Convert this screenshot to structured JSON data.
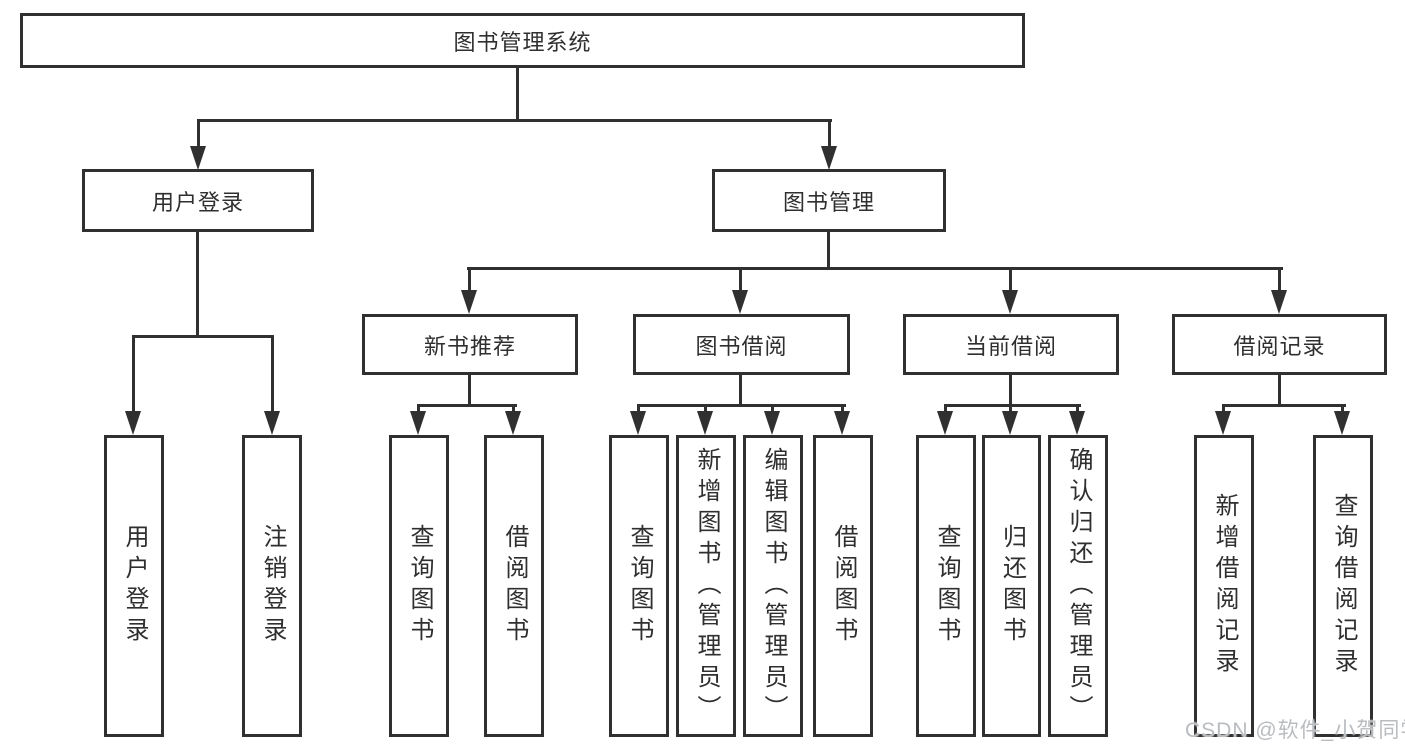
{
  "diagram": {
    "root": {
      "label": "图书管理系统"
    },
    "level2": [
      {
        "label": "用户登录"
      },
      {
        "label": "图书管理"
      }
    ],
    "level3": [
      {
        "label": "新书推荐",
        "parent": "图书管理"
      },
      {
        "label": "图书借阅",
        "parent": "图书管理"
      },
      {
        "label": "当前借阅",
        "parent": "图书管理"
      },
      {
        "label": "借阅记录",
        "parent": "图书管理"
      }
    ],
    "leaves": [
      {
        "label": "用户登录",
        "parent": "用户登录"
      },
      {
        "label": "注销登录",
        "parent": "用户登录"
      },
      {
        "label": "查询图书",
        "parent": "新书推荐"
      },
      {
        "label": "借阅图书",
        "parent": "新书推荐"
      },
      {
        "label": "查询图书",
        "parent": "图书借阅"
      },
      {
        "label": "新增图书（管理员）",
        "parent": "图书借阅"
      },
      {
        "label": "编辑图书（管理员）",
        "parent": "图书借阅"
      },
      {
        "label": "借阅图书",
        "parent": "图书借阅"
      },
      {
        "label": "查询图书",
        "parent": "当前借阅"
      },
      {
        "label": "归还图书",
        "parent": "当前借阅"
      },
      {
        "label": "确认归还（管理员）",
        "parent": "当前借阅"
      },
      {
        "label": "新增借阅记录",
        "parent": "借阅记录"
      },
      {
        "label": "查询借阅记录",
        "parent": "借阅记录"
      }
    ]
  },
  "watermark": "CSDN @软件_小贺同学",
  "colors": {
    "line": "#303030",
    "text": "#2f2f2f",
    "watermark": "#b9bcc0",
    "background": "#ffffff"
  }
}
